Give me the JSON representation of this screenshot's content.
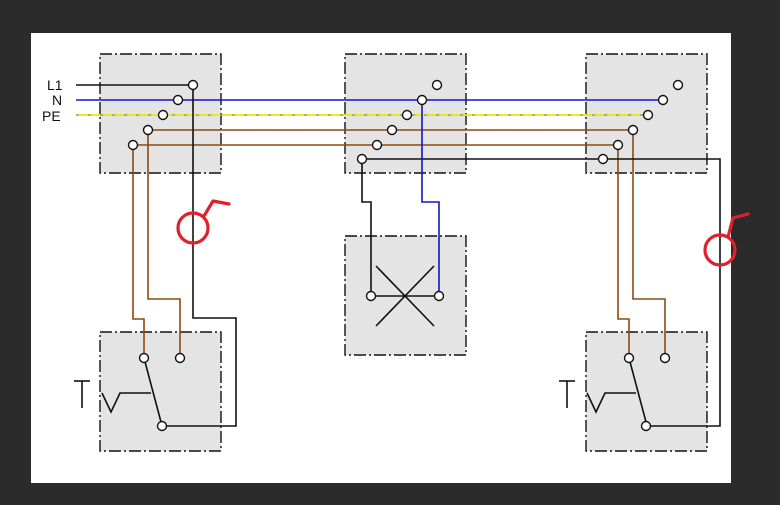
{
  "labels": {
    "l1": "L1",
    "n": "N",
    "pe": "PE"
  },
  "colors": {
    "window_background": "#2b2b2b",
    "canvas": "#ffffff",
    "box_fill": "#e4e4e4",
    "box_border": "#111111",
    "wire_phase": "#111111",
    "wire_neutral": "#1515c8",
    "wire_earth": "#e8e800",
    "wire_traveler": "#8a4b14",
    "annotation_red": "#e0202a"
  },
  "components": {
    "junction_boxes": 3,
    "lamp": 1,
    "two_way_switches": 2,
    "red_annotation_marks": 2
  }
}
